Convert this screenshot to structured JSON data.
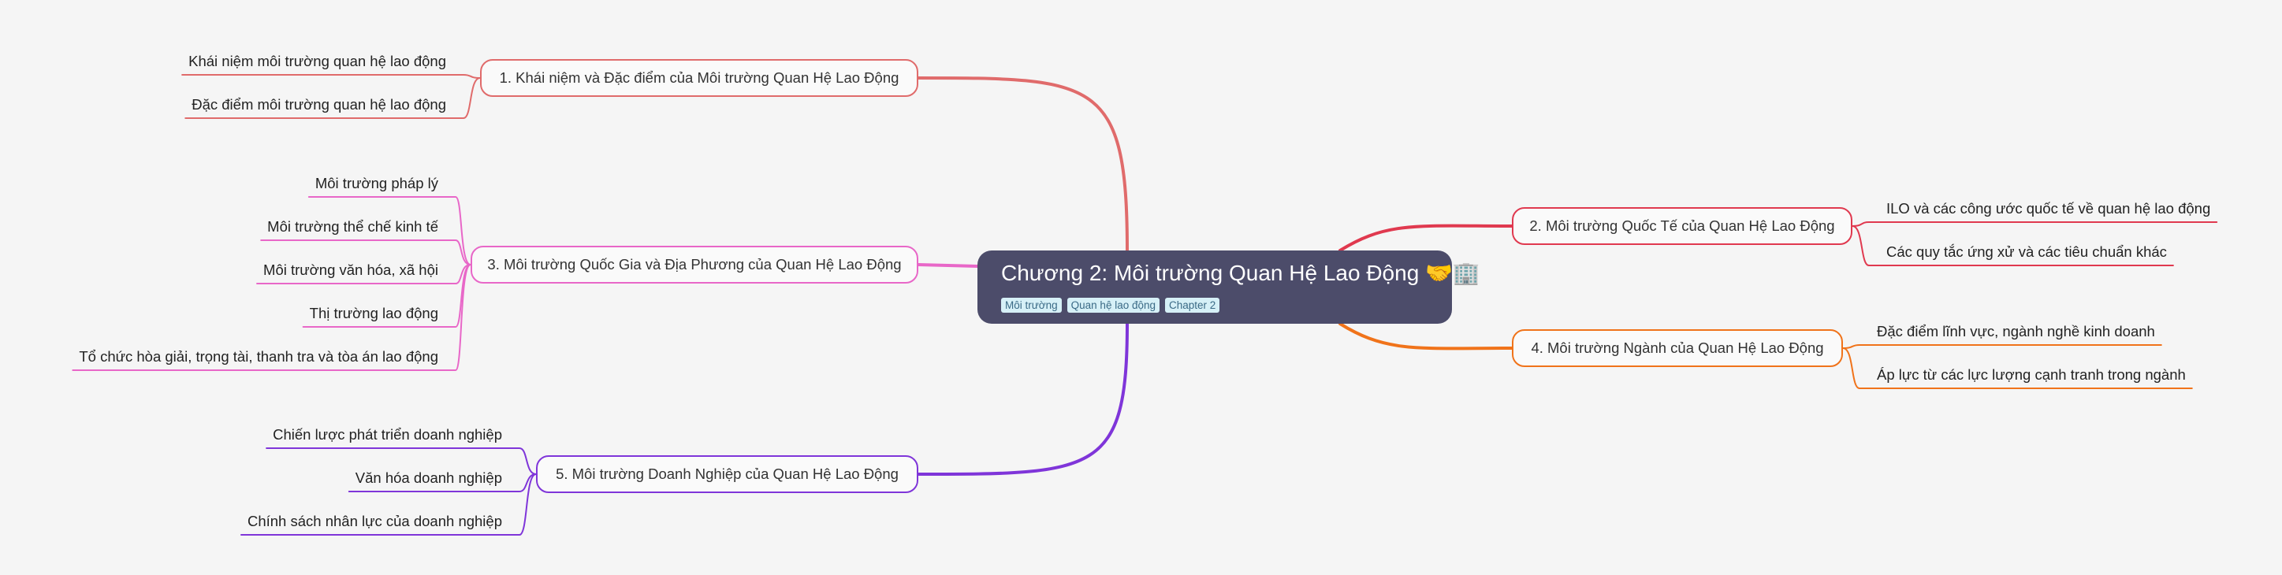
{
  "root": {
    "title": "Chương 2: Môi trường Quan Hệ Lao Động 🤝🏢",
    "tags": [
      "Môi trường",
      "Quan hệ lao động",
      "Chapter 2"
    ]
  },
  "branches": [
    {
      "id": "b1",
      "label": "1. Khái niệm và Đặc điểm của Môi trường Quan Hệ Lao Động",
      "color": "#e06b6b",
      "leaves": [
        "Khái niệm môi trường quan hệ lao động",
        "Đặc điểm môi trường quan hệ lao động"
      ]
    },
    {
      "id": "b2",
      "label": "2. Môi trường Quốc Tế của Quan Hệ Lao Động",
      "color": "#e0394f",
      "leaves": [
        "ILO và các công ước quốc tế về quan hệ lao động",
        "Các quy tắc ứng xử và các tiêu chuẩn khác"
      ]
    },
    {
      "id": "b3",
      "label": "3. Môi trường Quốc Gia và Địa Phương của Quan Hệ Lao Động",
      "color": "#e867c8",
      "leaves": [
        "Môi trường pháp lý",
        "Môi trường thể chế kinh tế",
        "Môi trường văn hóa, xã hội",
        "Thị trường lao động",
        "Tổ chức hòa giải, trọng tài, thanh tra và tòa án lao động"
      ]
    },
    {
      "id": "b4",
      "label": "4. Môi trường Ngành của Quan Hệ Lao Động",
      "color": "#f0731a",
      "leaves": [
        "Đặc điểm lĩnh vực, ngành nghề kinh doanh",
        "Áp lực từ các lực lượng cạnh tranh trong ngành"
      ]
    },
    {
      "id": "b5",
      "label": "5. Môi trường Doanh Nghiệp của Quan Hệ Lao Động",
      "color": "#7f35d9",
      "leaves": [
        "Chiến lược phát triển doanh nghiệp",
        "Văn hóa doanh nghiệp",
        "Chính sách nhân lực của doanh nghiệp"
      ]
    }
  ]
}
